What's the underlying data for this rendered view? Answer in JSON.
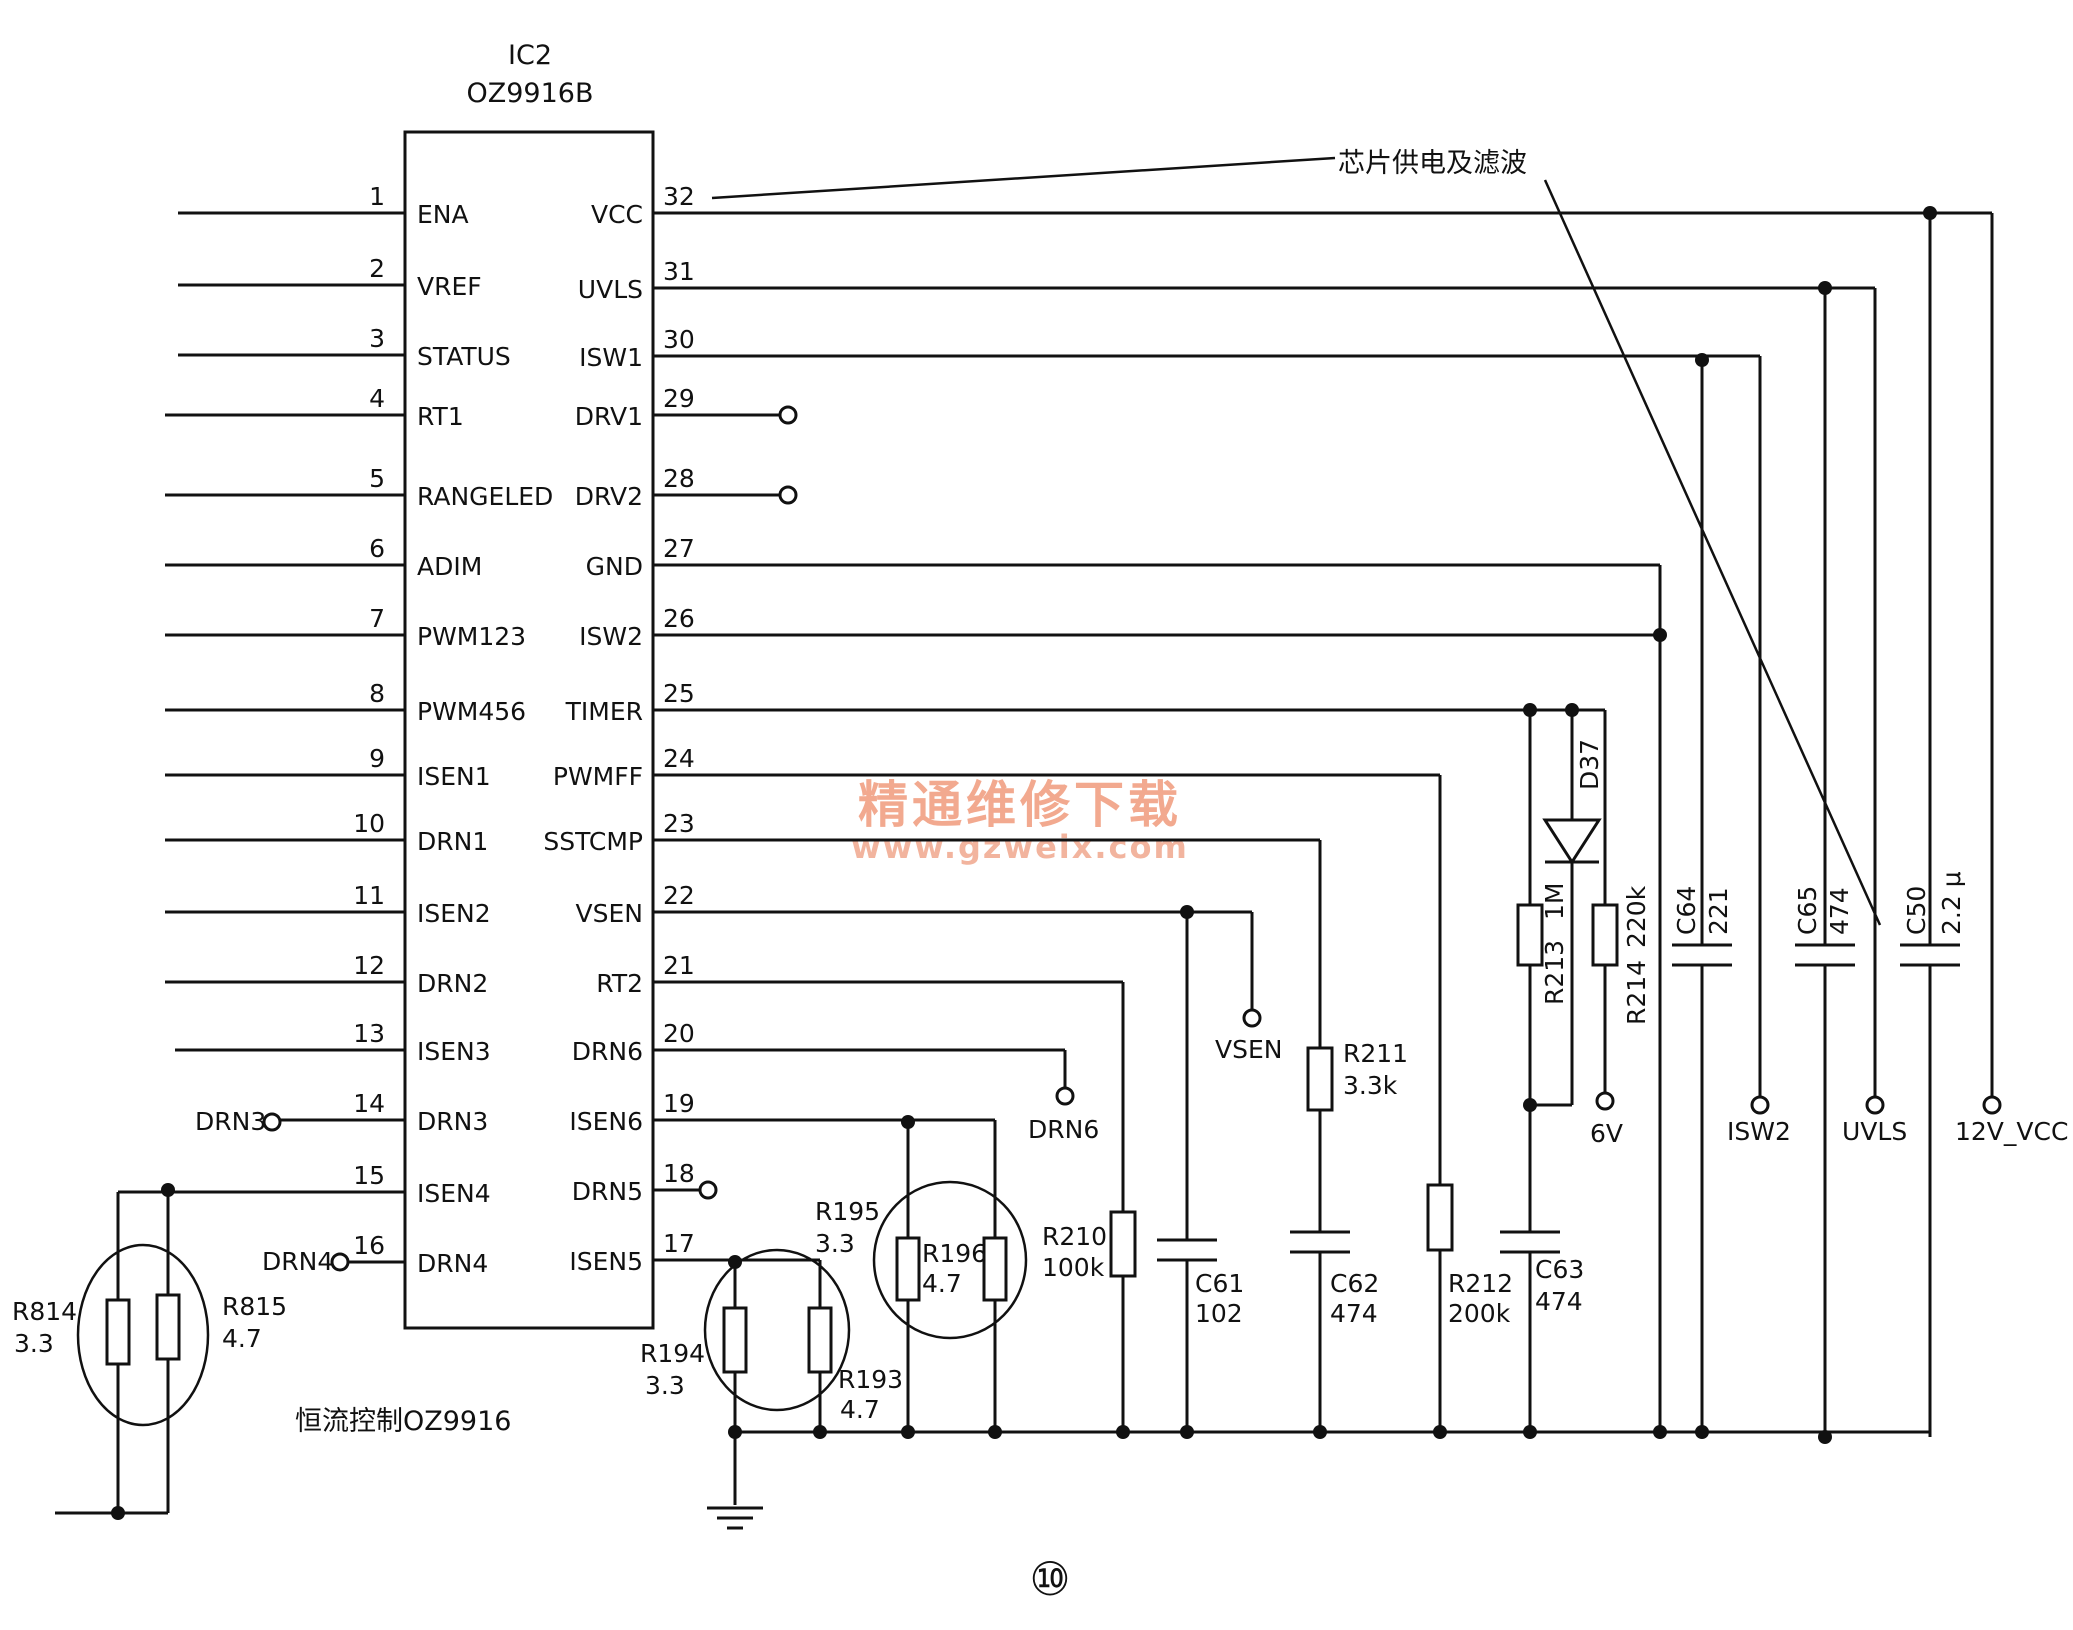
{
  "ic": {
    "ref": "IC2",
    "part": "OZ9916B"
  },
  "left_pins": [
    {
      "num": "1",
      "name": "ENA"
    },
    {
      "num": "2",
      "name": "VREF"
    },
    {
      "num": "3",
      "name": "STATUS"
    },
    {
      "num": "4",
      "name": "RT1"
    },
    {
      "num": "5",
      "name": "RANGELED"
    },
    {
      "num": "6",
      "name": "ADIM"
    },
    {
      "num": "7",
      "name": "PWM123"
    },
    {
      "num": "8",
      "name": "PWM456"
    },
    {
      "num": "9",
      "name": "ISEN1"
    },
    {
      "num": "10",
      "name": "DRN1"
    },
    {
      "num": "11",
      "name": "ISEN2"
    },
    {
      "num": "12",
      "name": "DRN2"
    },
    {
      "num": "13",
      "name": "ISEN3"
    },
    {
      "num": "14",
      "name": "DRN3"
    },
    {
      "num": "15",
      "name": "ISEN4"
    },
    {
      "num": "16",
      "name": "DRN4"
    }
  ],
  "right_pins": [
    {
      "num": "32",
      "name": "VCC"
    },
    {
      "num": "31",
      "name": "UVLS"
    },
    {
      "num": "30",
      "name": "ISW1"
    },
    {
      "num": "29",
      "name": "DRV1"
    },
    {
      "num": "28",
      "name": "DRV2"
    },
    {
      "num": "27",
      "name": "GND"
    },
    {
      "num": "26",
      "name": "ISW2"
    },
    {
      "num": "25",
      "name": "TIMER"
    },
    {
      "num": "24",
      "name": "PWMFF"
    },
    {
      "num": "23",
      "name": "SSTCMP"
    },
    {
      "num": "22",
      "name": "VSEN"
    },
    {
      "num": "21",
      "name": "RT2"
    },
    {
      "num": "20",
      "name": "DRN6"
    },
    {
      "num": "19",
      "name": "ISEN6"
    },
    {
      "num": "18",
      "name": "DRN5"
    },
    {
      "num": "17",
      "name": "ISEN5"
    }
  ],
  "annotations": {
    "chip_power": "芯片供电及滤波",
    "caption": "恒流控制OZ9916",
    "figure_number": "⑩"
  },
  "watermark": {
    "line1": "精通维修下载",
    "line2": "www.gzweix.com"
  },
  "terminals": {
    "drn3": "DRN3",
    "drn4": "DRN4",
    "drn6": "DRN6",
    "vsen": "VSEN",
    "v6": "6V",
    "isw2": "ISW2",
    "uvls": "UVLS",
    "vcc12": "12V_VCC"
  },
  "components": {
    "r814": {
      "ref": "R814",
      "val": "3.3"
    },
    "r815": {
      "ref": "R815",
      "val": "4.7"
    },
    "r194": {
      "ref": "R194",
      "val": "3.3"
    },
    "r193": {
      "ref": "R193",
      "val": "4.7"
    },
    "r195": {
      "ref": "R195",
      "val": "3.3"
    },
    "r196": {
      "ref": "R196",
      "val": "4.7"
    },
    "r210": {
      "ref": "R210",
      "val": "100k"
    },
    "c61": {
      "ref": "C61",
      "val": "102"
    },
    "r211": {
      "ref": "R211",
      "val": "3.3k"
    },
    "c62": {
      "ref": "C62",
      "val": "474"
    },
    "r212": {
      "ref": "R212",
      "val": "200k"
    },
    "c63": {
      "ref": "C63",
      "val": "474"
    },
    "r213": {
      "ref": "R213",
      "val": "1M"
    },
    "d37": {
      "ref": "D37"
    },
    "r214": {
      "ref": "R214",
      "val": "220k"
    },
    "c64": {
      "ref": "C64",
      "val": "221"
    },
    "c65": {
      "ref": "C65",
      "val": "474"
    },
    "c50": {
      "ref": "C50",
      "val": "2.2 μ"
    }
  }
}
